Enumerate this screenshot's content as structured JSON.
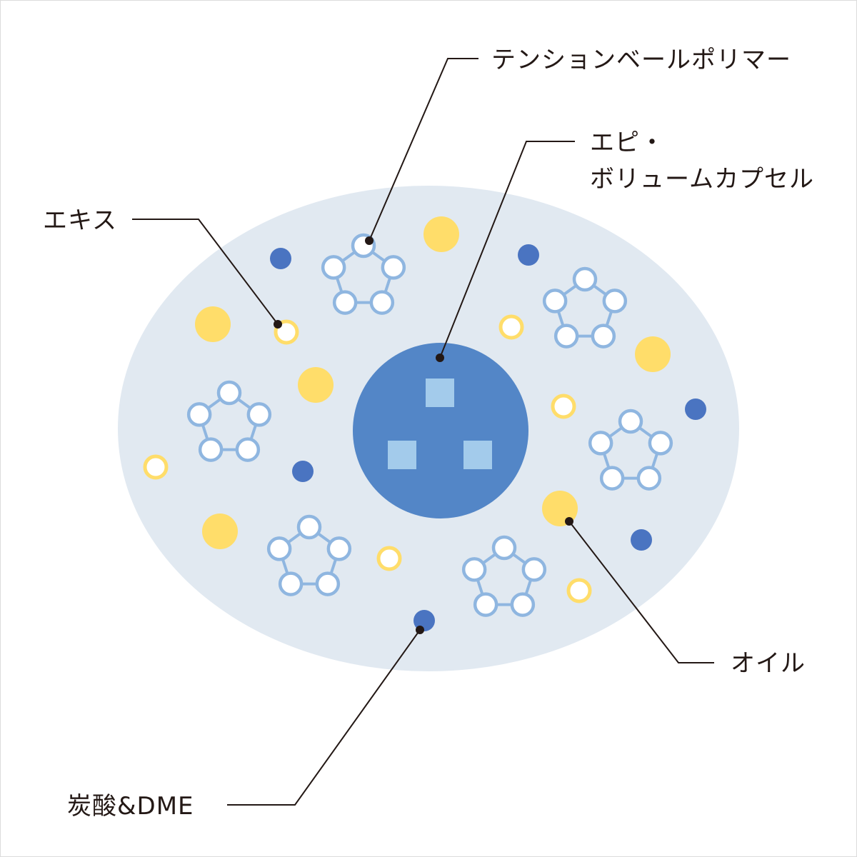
{
  "labels": {
    "tension_veil_polymer": "テンションベールポリマー",
    "epi_line1": "エピ・",
    "epi_line2": "ボリュームカプセル",
    "extract": "エキス",
    "oil": "オイル",
    "carbonic": "炭酸&DME"
  },
  "colors": {
    "background_ellipse": "#e1e9f1",
    "core": "#5386c7",
    "core_square": "#a3cbeb",
    "navy_dot": "#4a74c1",
    "yellow": "#ffdd6a",
    "ring_blue": "#8fb6e0",
    "leader_line": "#231815"
  }
}
